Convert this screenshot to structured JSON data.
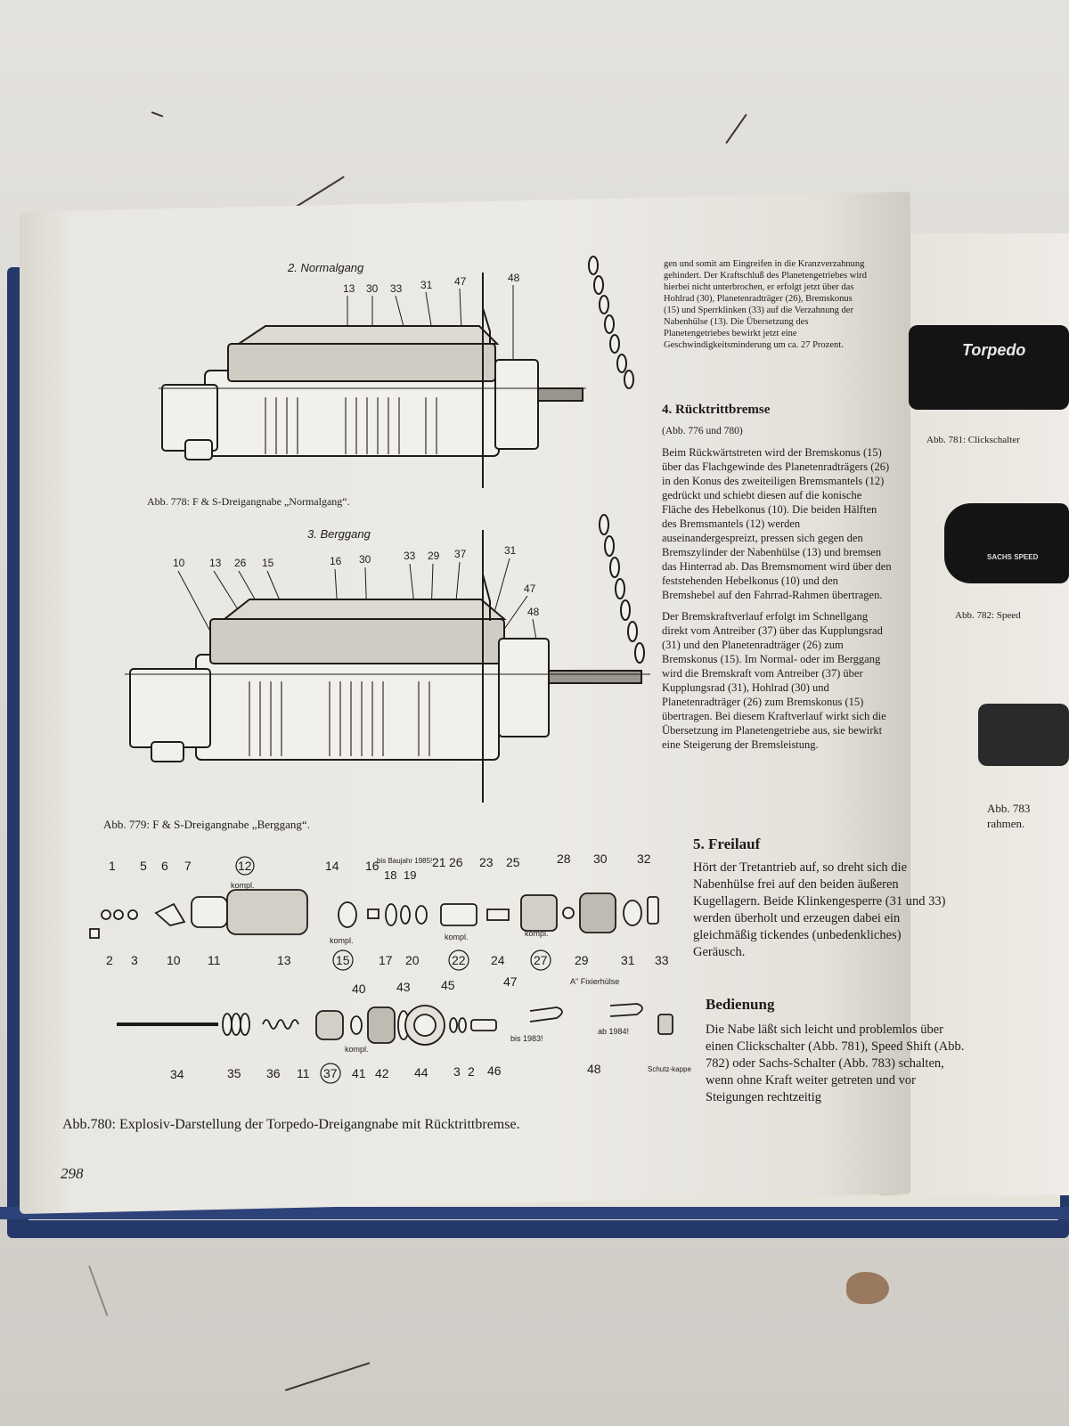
{
  "figures": {
    "fig778": {
      "title": "2. Normalgang",
      "callouts": [
        "13",
        "30",
        "33",
        "31",
        "47",
        "48"
      ],
      "caption": "Abb. 778: F & S-Dreigangnabe „Normalgang“."
    },
    "fig779": {
      "title": "3. Berggang",
      "callouts": [
        "10",
        "13",
        "26",
        "15",
        "16",
        "30",
        "33",
        "29",
        "37",
        "31",
        "47",
        "48"
      ],
      "caption": "Abb. 779: F & S-Dreigangnabe „Berggang“."
    },
    "fig780": {
      "top_labels": [
        "1",
        "5",
        "6",
        "7",
        "12",
        "14",
        "16",
        "21",
        "26",
        "23",
        "25",
        "28",
        "30",
        "32"
      ],
      "circled_top": "12",
      "kompl": "kompl.",
      "bisbaujahr": "bis Baujahr 1985!",
      "bb_nums": [
        "18",
        "19"
      ],
      "bottom_labels": [
        "2",
        "3",
        "10",
        "11",
        "13",
        "15",
        "17",
        "20",
        "22",
        "24",
        "27",
        "29",
        "31",
        "33"
      ],
      "row2_top": [
        "40",
        "43",
        "45",
        "47"
      ],
      "fixierhuelse": "A\" Fixierhülse",
      "bis1983": "bis 1983!",
      "ab1984": "ab 1984!",
      "schutzkappe": "Schutz-kappe",
      "row2_bottom": [
        "34",
        "35",
        "36",
        "11",
        "37",
        "41",
        "42",
        "44",
        "3",
        "2",
        "46",
        "48"
      ],
      "caption": "Abb.780: Explosiv-Darstellung der Torpedo-Dreigangnabe mit Rücktrittbremse."
    }
  },
  "page_number": "298",
  "text": {
    "intro": "gen und somit am Eingreifen in die Kranzverzahnung gehindert. Der Kraftschluß des Planetengetriebes wird hierbei nicht unterbrochen, er erfolgt jetzt über das Hohlrad (30), Planetenradträger (26), Bremskonus (15) und Sperrklinken (33) auf die Verzahnung der Nabenhülse (13). Die Übersetzung des Planetengetriebes bewirkt jetzt eine Geschwindigkeitsminderung um ca. 27 Prozent.",
    "h4": "4. Rücktrittbremse",
    "h4_sub": "(Abb. 776 und 780)",
    "p4a": "Beim Rückwärtstreten wird der Bremskonus (15) über das Flachgewinde des Planetenradträgers (26) in den Konus des zweiteiligen Bremsmantels (12) gedrückt und schiebt diesen auf die konische Fläche des Hebelkonus (10). Die beiden Hälften des Bremsmantels (12) werden auseinandergespreizt, pressen sich gegen den Bremszylinder der Nabenhülse (13) und bremsen das Hinterrad ab. Das Bremsmoment wird über den feststehenden Hebelkonus (10) und den Bremshebel auf den Fahrrad-Rahmen übertragen.",
    "p4b": "Der Bremskraftverlauf erfolgt im Schnellgang direkt vom Antreiber (37) über das Kupplungsrad (31) und den Planetenradträger (26) zum Bremskonus (15). Im Normal- oder im Berggang wird die Bremskraft vom Antreiber (37) über Kupplungsrad (31), Hohlrad (30) und Planetenradträger (26) zum Bremskonus (15) übertragen. Bei diesem Kraftverlauf wirkt sich die Übersetzung im Planetengetriebe aus, sie bewirkt eine Steigerung der Bremsleistung.",
    "h5": "5. Freilauf",
    "p5": "Hört der Tretantrieb auf, so dreht sich die Nabenhülse frei auf den beiden äußeren Kugellagern. Beide Klinkengesperre (31 und 33) werden überholt und erzeugen dabei ein gleichmäßig tickendes (unbedenkliches) Geräusch.",
    "h6": "Bedienung",
    "p6": "Die Nabe läßt sich leicht und problemlos über einen Clickschalter (Abb. 781), Speed Shift (Abb. 782) oder Sachs-Schalter (Abb. 783) schalten, wenn ohne Kraft weiter getreten und vor Steigungen rechtzeitig"
  },
  "right_page": {
    "brand": "Torpedo",
    "cap781": "Abb. 781: Clickschalter",
    "cap782": "Abb. 782: Speed",
    "cap783a": "Abb. 783",
    "cap783b": "rahmen.",
    "sachs_label": "SACHS SPEED"
  },
  "colors": {
    "ink": "#1e1c1a",
    "page": "#eceae5",
    "cover": "#25386a"
  }
}
